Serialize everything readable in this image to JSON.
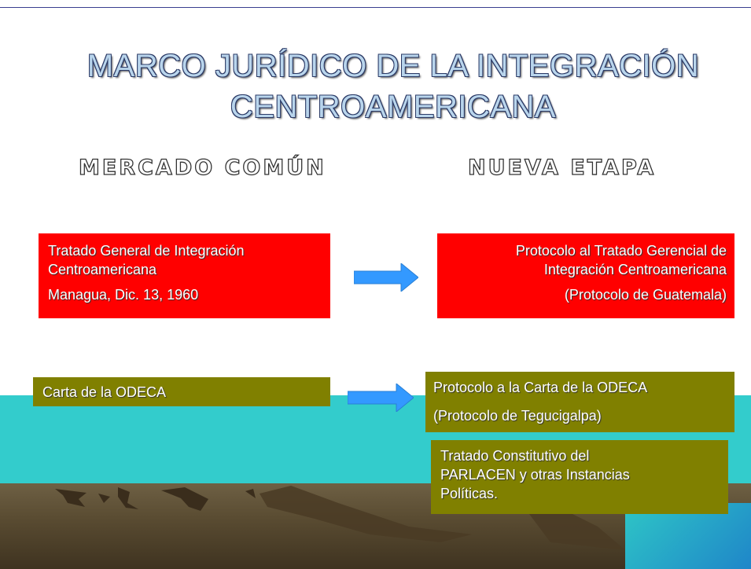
{
  "title": {
    "line1": "MARCO JURÍDICO DE LA INTEGRACIÓN",
    "line2": "CENTROAMERICANA"
  },
  "columns": {
    "left": "MERCADO COMÚN",
    "right": "NUEVA ETAPA"
  },
  "row1": {
    "left": {
      "line1": "Tratado General de Integración",
      "line2": "Centroamericana",
      "line3": "Managua, Dic. 13, 1960"
    },
    "right": {
      "line1": "Protocolo al Tratado Gerencial de",
      "line2": "Integración Centroamericana",
      "line3": "(Protocolo de Guatemala)"
    }
  },
  "row2": {
    "left": "Carta de la ODECA",
    "right": {
      "line1": "Protocolo a la Carta de la ODECA",
      "line2": "(Protocolo de Tegucigalpa)"
    },
    "extra": {
      "line1": "Tratado Constitutivo del",
      "line2": "PARLACEN y otras Instancias",
      "line3": "Políticas."
    }
  },
  "colors": {
    "red_box": "#ff0000",
    "olive_box": "#808000",
    "arrow": "#3399ff",
    "sea": "#33cccc"
  }
}
